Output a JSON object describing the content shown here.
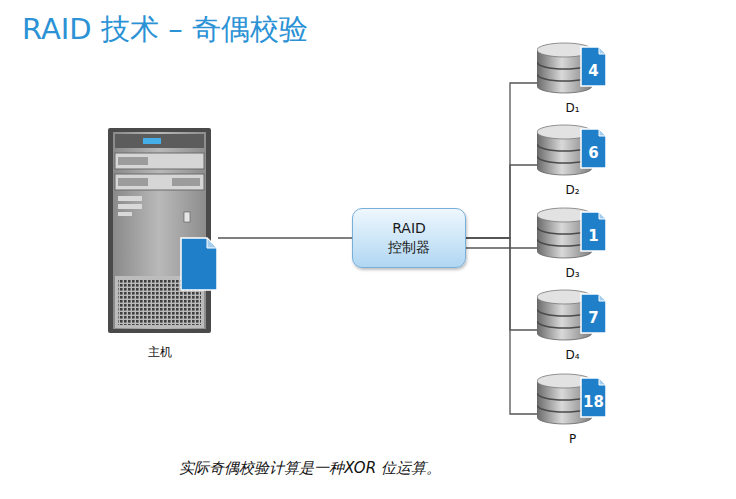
{
  "diagram": {
    "title": "RAID 技术 – 奇偶校验",
    "caption": "实际奇偶校验计算是一种XOR 位运算。",
    "nodes": [
      {
        "text": [
          "主机"
        ]
      },
      {
        "text": [
          "RAID 控制器"
        ]
      },
      {
        "text": [
          "4",
          "D₁"
        ]
      },
      {
        "text": [
          "6",
          "D₂"
        ]
      },
      {
        "text": [
          "1",
          "D₃"
        ]
      },
      {
        "text": [
          "7",
          "D₄"
        ]
      },
      {
        "text": [
          "18",
          "P"
        ]
      }
    ],
    "edges": [
      {
        "from": 0,
        "to": 1,
        "arrow": "none"
      },
      {
        "from": 1,
        "to": 2,
        "arrow": "none"
      },
      {
        "from": 1,
        "to": 3,
        "arrow": "none"
      },
      {
        "from": 1,
        "to": 4,
        "arrow": "none"
      },
      {
        "from": 1,
        "to": 5,
        "arrow": "none"
      },
      {
        "from": 1,
        "to": 6,
        "arrow": "none"
      }
    ]
  }
}
